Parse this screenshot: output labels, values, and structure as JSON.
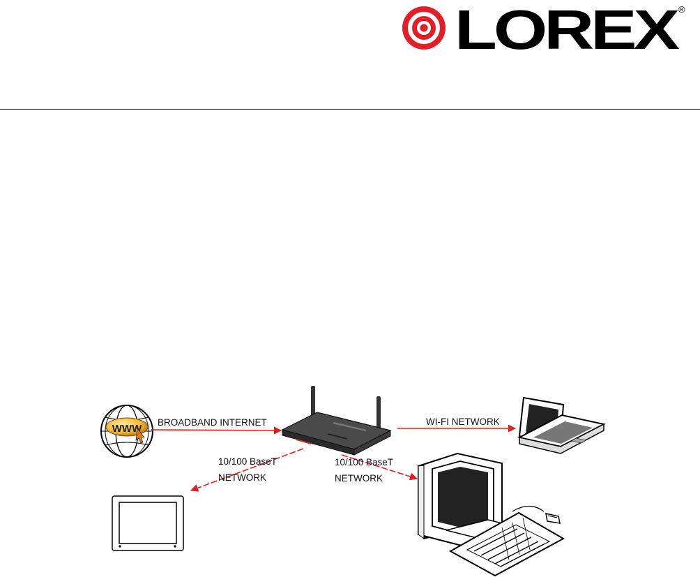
{
  "logo": {
    "text": "LOREX",
    "registered_mark": "®",
    "brand_color": "#e21f26"
  },
  "diagram": {
    "labels": {
      "broadband": "BROADBAND INTERNET",
      "wifi": "WI-FI NETWORK",
      "basetLeftLine1": "10/100 BaseT",
      "basetLeftLine2": "NETWORK",
      "basetRightLine1": "10/100 BaseT",
      "basetRightLine2": "NETWORK"
    },
    "globe_text": "WWW",
    "arrow_color": "#e02020"
  }
}
